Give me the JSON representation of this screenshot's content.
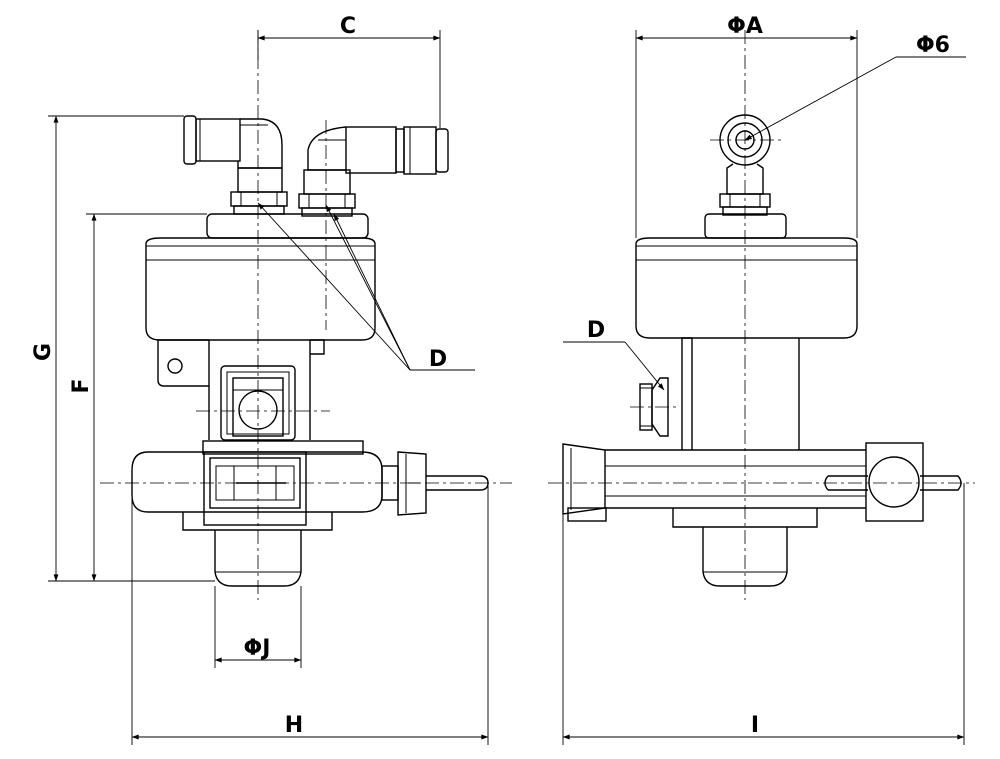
{
  "labels": {
    "C": "C",
    "phiA": "ΦA",
    "phi6": "Φ6",
    "G": "G",
    "F": "F",
    "D_front": "D",
    "D_side": "D",
    "phiJ": "ΦJ",
    "H": "H",
    "I": "I"
  }
}
